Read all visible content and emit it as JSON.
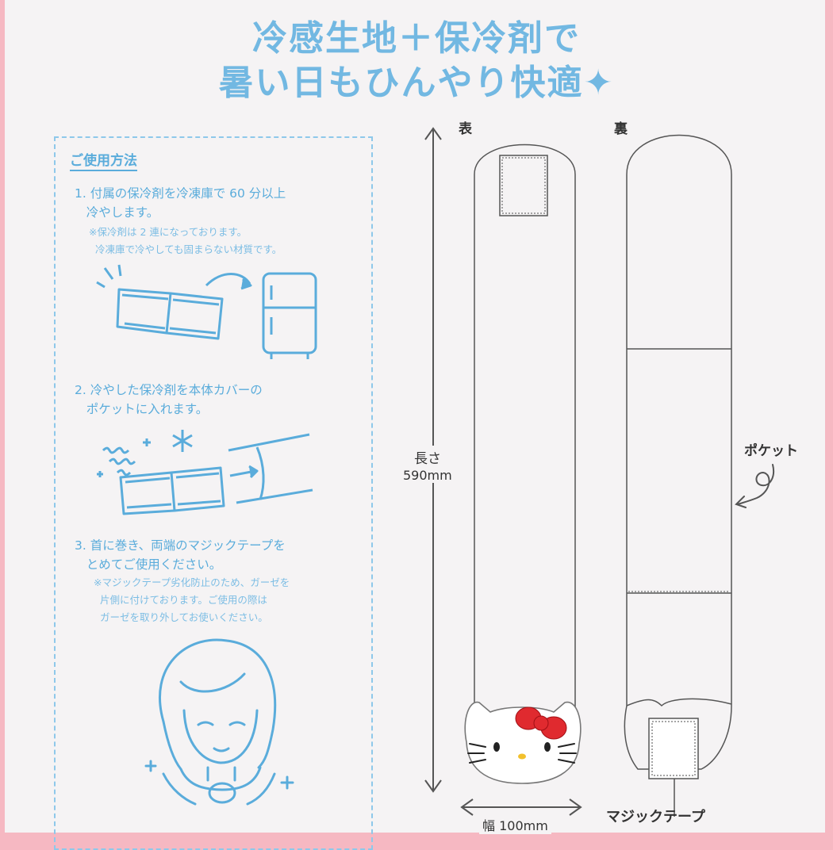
{
  "header": {
    "line1": "冷感生地＋保冷剤で",
    "line2": "暑い日もひんやり快適",
    "sparkle": "✦"
  },
  "instructions": {
    "heading": "ご使用方法",
    "step1": "1. 付属の保冷剤を冷凍庫で 60 分以上\n   冷やします。",
    "step1_note": "※保冷剤は 2 連になっております。\n  冷凍庫で冷やしても固まらない材質です。",
    "step2": "2. 冷やした保冷剤を本体カバーの\n   ポケットに入れます。",
    "step3": "3. 首に巻き、両端のマジックテープを\n   とめてご使用ください。",
    "step3_note": "※マジックテープ劣化防止のため、ガーゼを\n  片側に付けております。ご使用の際は\n  ガーゼを取り外してお使いください。"
  },
  "diagram": {
    "front_label": "表",
    "back_label": "裏",
    "length_label": "長さ",
    "length_value": "590mm",
    "width_label": "幅 100mm",
    "pocket_label": "ポケット",
    "velcro_label": "マジックテープ"
  },
  "colors": {
    "accent_blue": "#5aacdb",
    "title_blue": "#72b8e2",
    "background": "#f5f3f4",
    "border_pink": "#f6b8c2",
    "bow_red": "#e02a2f"
  }
}
